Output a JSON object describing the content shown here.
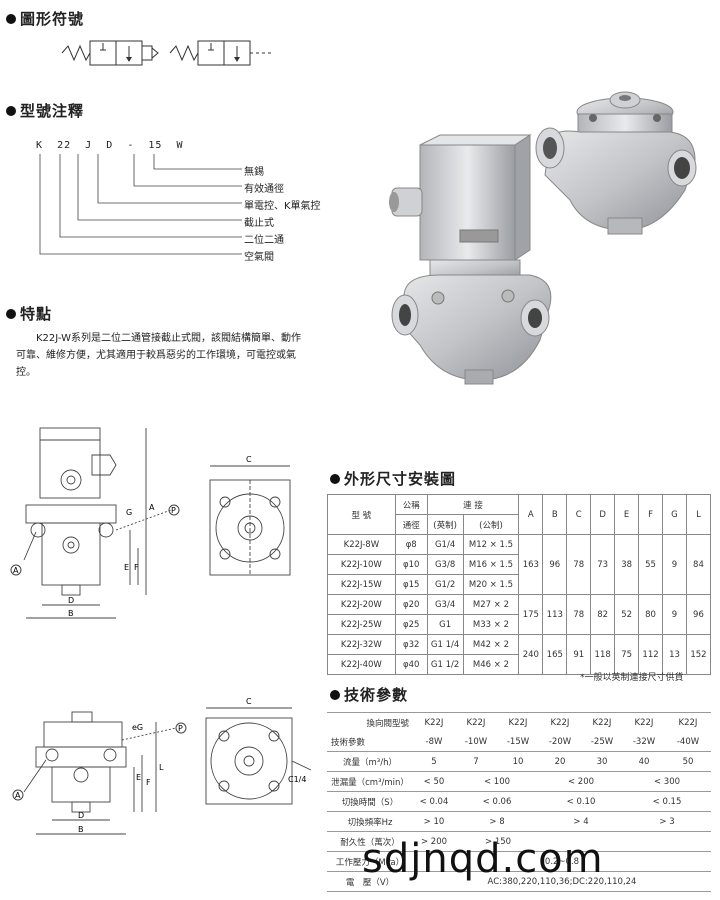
{
  "sections": {
    "symbol_title": "圖形符號",
    "model_title": "型號注釋",
    "feature_title": "特點",
    "dimension_title": "外形尺寸安裝圖",
    "tech_title": "技術參數"
  },
  "model_code": [
    "K",
    "22",
    "J",
    "D",
    "-",
    "15",
    "W"
  ],
  "model_legend": [
    "無錫",
    "有效通徑",
    "單電控、K單氣控",
    "截止式",
    "二位二通",
    "空氣閥"
  ],
  "features_text": "K22J-W系列是二位二通管接截止式閥，該閥結構簡單、動作可靠、維修方便，尤其適用于較爲惡劣的工作環境，可電控或氣控。",
  "drawing_labels": {
    "A": "A",
    "B": "B",
    "C": "C",
    "D": "D",
    "E": "E",
    "F": "F",
    "G": "G",
    "L": "L",
    "P": "P",
    "eG": "eG",
    "C14": "C1/4"
  },
  "dimension_table": {
    "headers": {
      "model": "型  號",
      "nominal_1": "公稱",
      "nominal_2": "通徑",
      "connect": "連    接",
      "imperial": "(英制)",
      "metric": "(公制)",
      "cols": [
        "A",
        "B",
        "C",
        "D",
        "E",
        "F",
        "G",
        "L"
      ]
    },
    "rows": [
      {
        "model": "K22J-8W",
        "dia": "φ8",
        "g": "G1/4",
        "m": "M12 × 1.5"
      },
      {
        "model": "K22J-10W",
        "dia": "φ10",
        "g": "G3/8",
        "m": "M16 × 1.5"
      },
      {
        "model": "K22J-15W",
        "dia": "φ15",
        "g": "G1/2",
        "m": "M20 × 1.5"
      },
      {
        "model": "K22J-20W",
        "dia": "φ20",
        "g": "G3/4",
        "m": "M27 × 2"
      },
      {
        "model": "K22J-25W",
        "dia": "φ25",
        "g": "G1",
        "m": "M33 × 2"
      },
      {
        "model": "K22J-32W",
        "dia": "φ32",
        "g": "G1 1/4",
        "m": "M42 × 2"
      },
      {
        "model": "K22J-40W",
        "dia": "φ40",
        "g": "G1 1/2",
        "m": "M46 × 2"
      }
    ],
    "groups": [
      [
        "163",
        "96",
        "78",
        "73",
        "38",
        "55",
        "9",
        "84"
      ],
      [
        "175",
        "113",
        "78",
        "82",
        "52",
        "80",
        "9",
        "96"
      ],
      [
        "240",
        "165",
        "91",
        "118",
        "75",
        "112",
        "13",
        "152"
      ]
    ],
    "note": "*一般以英制連接尺寸供貨"
  },
  "tech_table": {
    "corner_top": "換向閥型號",
    "corner_bottom": "技術參數",
    "models_top": [
      "K22J",
      "K22J",
      "K22J",
      "K22J",
      "K22J",
      "K22J",
      "K22J"
    ],
    "models_bottom": [
      "-8W",
      "-10W",
      "-15W",
      "-20W",
      "-25W",
      "-32W",
      "-40W"
    ],
    "flow_label": "流量（m³/h）",
    "flow": [
      "5",
      "7",
      "10",
      "20",
      "30",
      "40",
      "50"
    ],
    "leak_label": "泄漏量（cm³/min）",
    "leak": [
      "< 50",
      "< 100",
      "< 200",
      "< 300"
    ],
    "switch_time_label": "切換時間（S）",
    "switch_time": [
      "< 0.04",
      "< 0.06",
      "< 0.10",
      "< 0.15"
    ],
    "switch_freq_label": "切換頻率Hz",
    "switch_freq": [
      "> 10",
      "> 8",
      "> 4",
      "> 3"
    ],
    "durability_label": "耐久性（萬次）",
    "durability": [
      "> 200",
      "> 150"
    ],
    "pressure_label": "工作壓力（MPa）",
    "pressure": "0.2~0.8",
    "voltage_label": "電　壓（V）",
    "voltage": "AC:380,220,110,36;DC:220,110,24"
  },
  "watermark": "sdjnqd.com"
}
